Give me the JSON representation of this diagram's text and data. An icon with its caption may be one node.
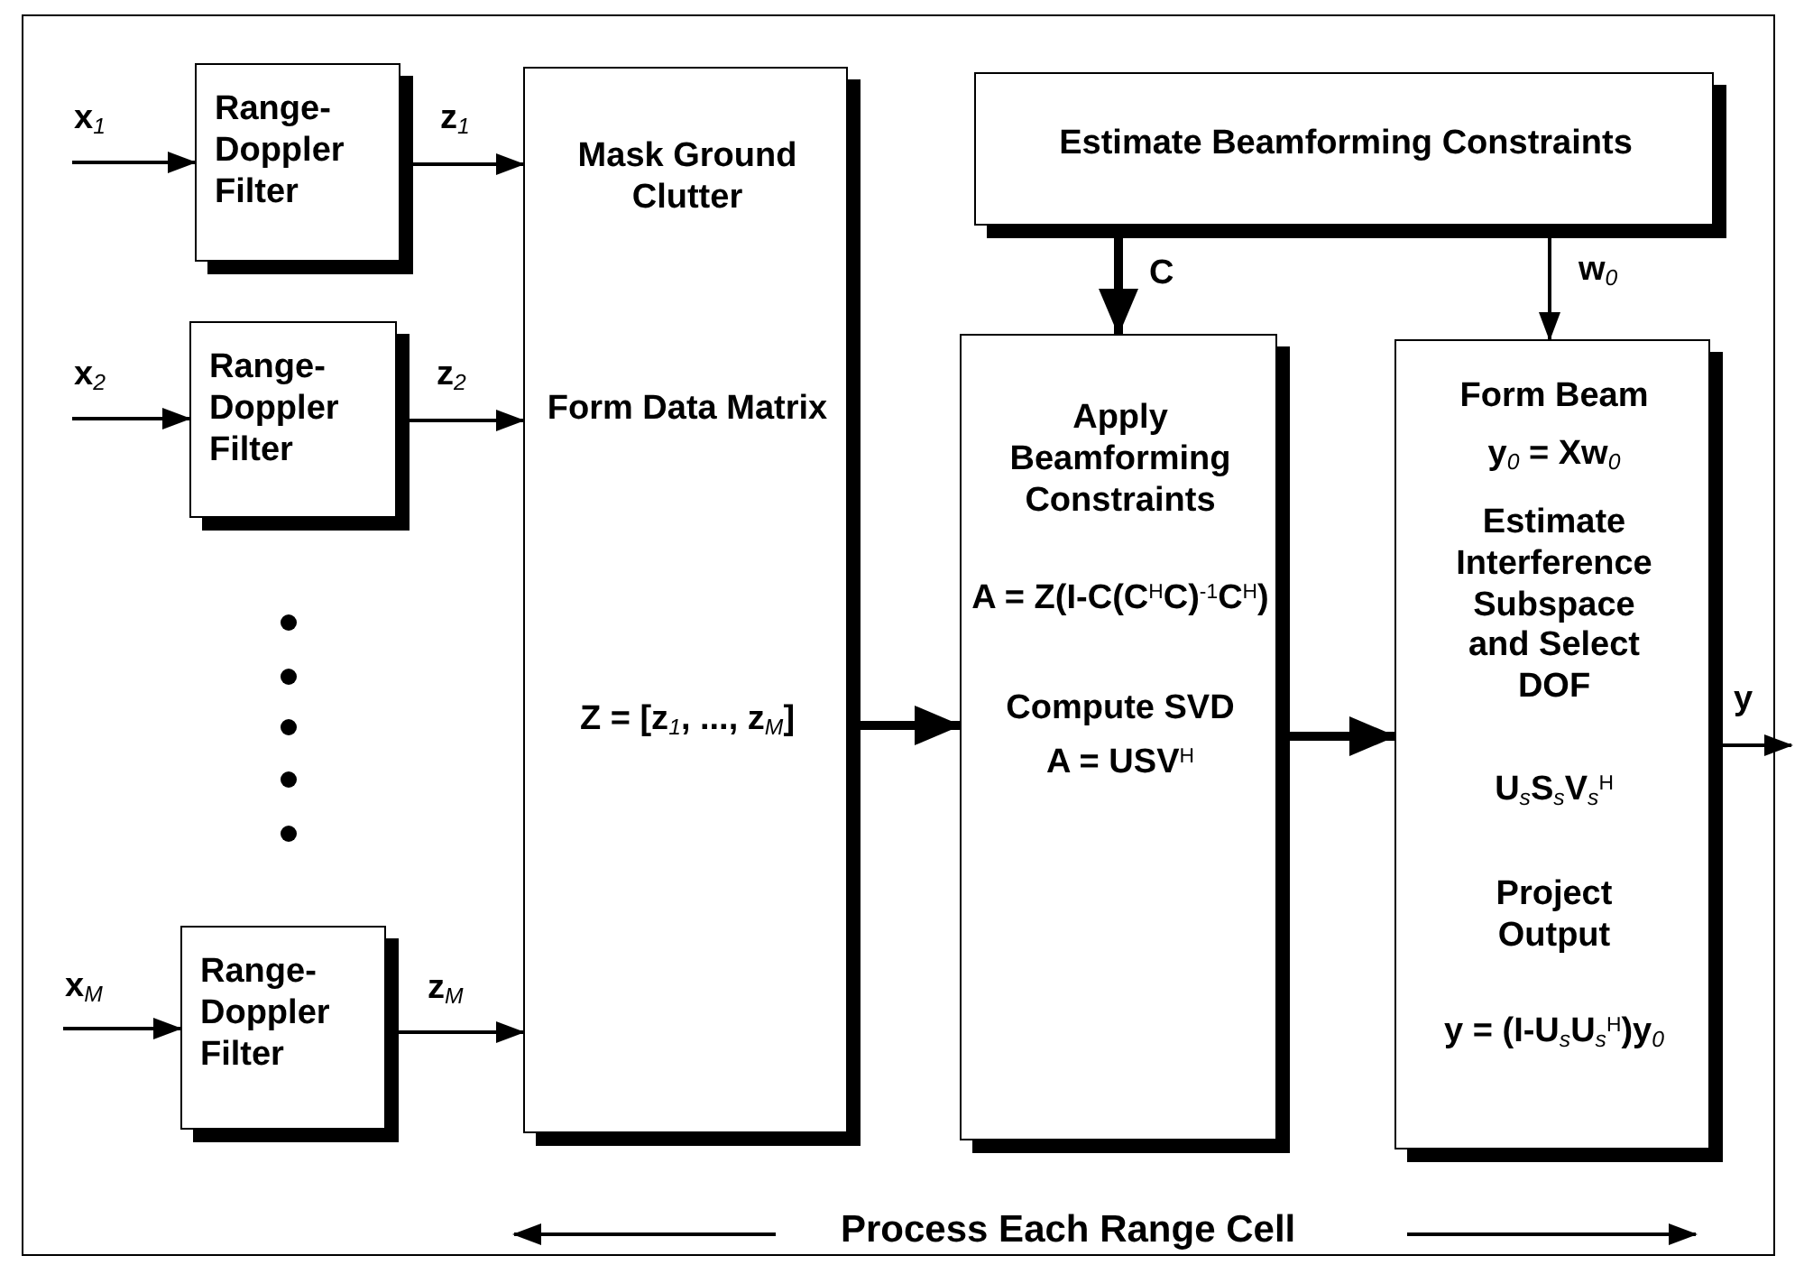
{
  "diagram": {
    "nodes": [
      {
        "text": [
          "Range-Doppler Filter"
        ]
      },
      {
        "text": [
          "Range-Doppler Filter"
        ]
      },
      {
        "text": [
          "Range-Doppler Filter"
        ]
      },
      {
        "text": [
          "Mask Ground Clutter",
          "Form Data Matrix",
          "Z = [z$_{1}$, ..., z$_{M}$]"
        ]
      },
      {
        "text": [
          "Estimate Beamforming Constraints"
        ]
      },
      {
        "text": [
          "Apply Beamforming Constraints",
          "A = Z(I-C(C$^{H}$C)$^{-1}$C$^{H}$)",
          "Compute SVD",
          "A = USV$^{H}$"
        ]
      },
      {
        "text": [
          "Form Beam",
          "y$_{0}$ = Xw$_{0}$",
          "Estimate Interference Subspace and Select DOF",
          "U$_{s}$S$_{s}$V$_{s}$$^{H}$",
          "Project Output",
          "y = (I-U$_{s}$U$_{s}$$^{H}$)y$_{0}$"
        ]
      }
    ],
    "edges": [
      {
        "from": null,
        "to": 0,
        "arrow": "to",
        "label": "x$_{1}$"
      },
      {
        "from": null,
        "to": 1,
        "arrow": "to",
        "label": "x$_{2}$"
      },
      {
        "from": null,
        "to": 2,
        "arrow": "to",
        "label": "x$_{M}$"
      },
      {
        "from": 0,
        "to": 3,
        "arrow": "to",
        "label": "z$_{1}$"
      },
      {
        "from": 1,
        "to": 3,
        "arrow": "to",
        "label": "z$_{2}$"
      },
      {
        "from": 2,
        "to": 3,
        "arrow": "to",
        "label": "z$_{M}$"
      },
      {
        "from": 3,
        "to": 5,
        "arrow": "to",
        "style": "thick"
      },
      {
        "from": 4,
        "to": 5,
        "arrow": "to",
        "style": "thick",
        "label": "C"
      },
      {
        "from": 4,
        "to": 6,
        "arrow": "to",
        "label": "w$_{0}$"
      },
      {
        "from": 5,
        "to": 6,
        "arrow": "to",
        "style": "thick"
      },
      {
        "from": 6,
        "to": null,
        "arrow": "to",
        "label": "y"
      }
    ],
    "labels": [
      "Process Each Range Cell"
    ]
  }
}
